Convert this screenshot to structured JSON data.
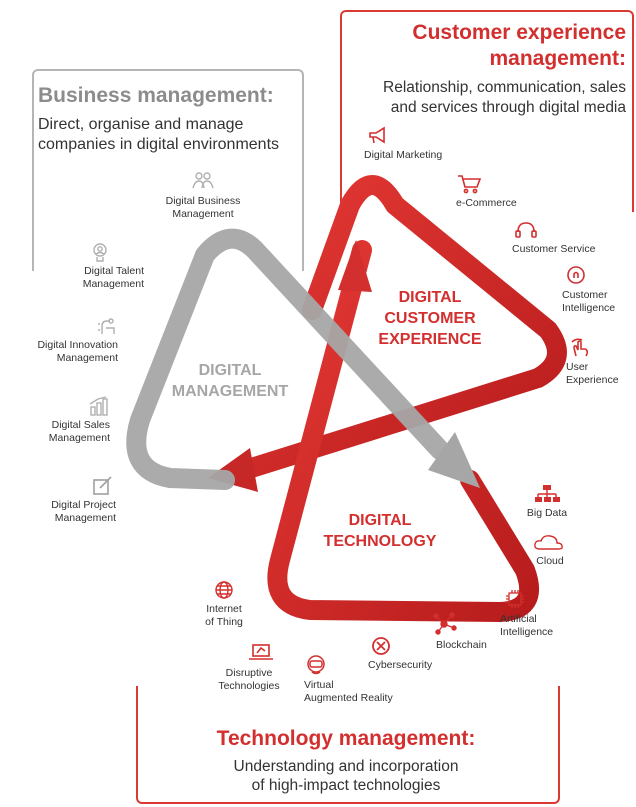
{
  "business": {
    "title": "Business management:",
    "description": "Direct, organise and manage companies in digital environments"
  },
  "customer": {
    "title_line1": "Customer experience",
    "title_line2": "management:",
    "description_line1": "Relationship, communication, sales",
    "description_line2": "and services through digital media"
  },
  "technology": {
    "title": "Technology management:",
    "description_line1": "Understanding and incorporation",
    "description_line2": "of high-impact technologies"
  },
  "triangles": {
    "management_line1": "DIGITAL",
    "management_line2": "MANAGEMENT",
    "cx_line1": "DIGITAL",
    "cx_line2": "CUSTOMER",
    "cx_line3": "EXPERIENCE",
    "tech_line1": "DIGITAL",
    "tech_line2": "TECHNOLOGY"
  },
  "management_items": [
    {
      "line1": "Digital Business",
      "line2": "Management",
      "icon": "people-icon"
    },
    {
      "line1": "Digital Talent",
      "line2": "Management",
      "icon": "talent-icon"
    },
    {
      "line1": "Digital Innovation",
      "line2": "Management",
      "icon": "innovation-icon"
    },
    {
      "line1": "Digital Sales",
      "line2": "Management",
      "icon": "sales-chart-icon"
    },
    {
      "line1": "Digital Project",
      "line2": "Management",
      "icon": "edit-icon"
    }
  ],
  "cx_items": [
    {
      "line1": "Digital Marketing",
      "line2": "",
      "icon": "megaphone-icon"
    },
    {
      "line1": "e-Commerce",
      "line2": "",
      "icon": "cart-icon"
    },
    {
      "line1": "Customer Service",
      "line2": "",
      "icon": "headset-icon"
    },
    {
      "line1": "Customer",
      "line2": "Intelligence",
      "icon": "lightbulb-head-icon"
    },
    {
      "line1": "User",
      "line2": "Experience",
      "icon": "touch-icon"
    }
  ],
  "tech_items": [
    {
      "line1": "Big Data",
      "line2": "",
      "icon": "hierarchy-icon"
    },
    {
      "line1": "Cloud",
      "line2": "",
      "icon": "cloud-icon"
    },
    {
      "line1": "Artificial",
      "line2": "Intelligence",
      "icon": "circuit-icon"
    },
    {
      "line1": "Blockchain",
      "line2": "",
      "icon": "network-icon"
    },
    {
      "line1": "Cybersecurity",
      "line2": "",
      "icon": "shield-icon"
    },
    {
      "line1": "Virtual",
      "line2": "Augmented Reality",
      "icon": "vr-headset-icon"
    },
    {
      "line1": "Disruptive",
      "line2": "Technologies",
      "icon": "laptop-icon"
    },
    {
      "line1": "Internet",
      "line2": "of Thing",
      "icon": "globe-icon"
    }
  ],
  "colors": {
    "red": "#d32f2f",
    "grey": "#a6a6a6",
    "text": "#333333"
  }
}
